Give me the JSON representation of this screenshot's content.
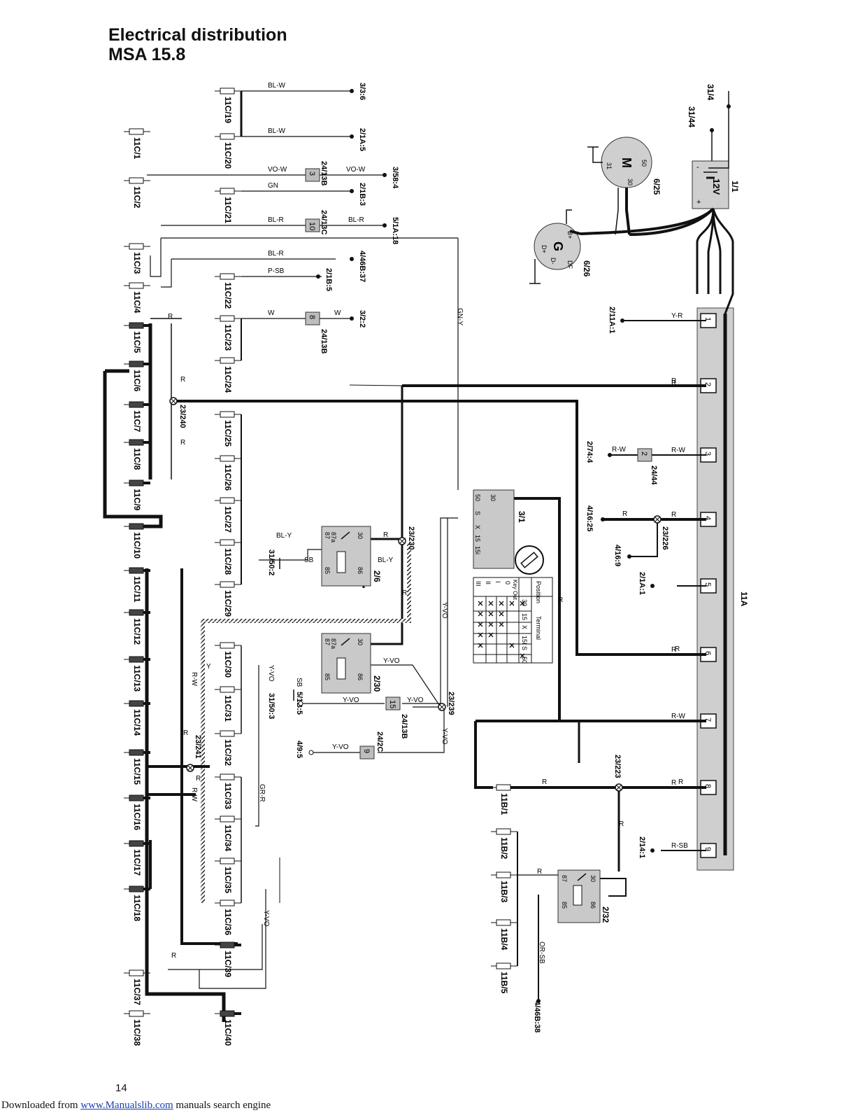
{
  "header": {
    "title_line1": "Electrical distribution",
    "title_line2": "MSA 15.8"
  },
  "page_number": "14",
  "footer": {
    "prefix": "Downloaded from ",
    "link_text": "www.Manualslib.com",
    "suffix": " manuals search engine"
  },
  "distribution_box": {
    "name": "11A",
    "terminals": [
      {
        "num": "1",
        "wire": "Y-R",
        "dest": "2/11A:1"
      },
      {
        "num": "2",
        "wire": "R",
        "dest": ""
      },
      {
        "num": "3",
        "wire": "R-W",
        "dest": "2/74:4"
      },
      {
        "num": "4",
        "wire": "R",
        "dest": "4/16:25"
      },
      {
        "num": "5",
        "wire": "",
        "dest": "2/1A:1"
      },
      {
        "num": "6",
        "wire": "R",
        "dest": ""
      },
      {
        "num": "7",
        "wire": "R-W",
        "dest": ""
      },
      {
        "num": "8",
        "wire": "R",
        "dest": ""
      },
      {
        "num": "9",
        "wire": "R-SB",
        "dest": "2/14:1"
      }
    ]
  },
  "left_connectors": [
    "11C/1",
    "11C/2",
    "11C/3",
    "11C/4",
    "11C/5",
    "11C/6",
    "11C/7",
    "11C/8",
    "11C/9",
    "11C/10",
    "11C/11",
    "11C/12",
    "11C/13",
    "11C/14",
    "11C/15",
    "11C/16",
    "11C/17",
    "11C/18",
    "11C/37",
    "11C/38"
  ],
  "middle_connectors": [
    "11C/19",
    "11C/20",
    "11C/21",
    "11C/22",
    "11C/23",
    "11C/24",
    "11C/25",
    "11C/26",
    "11C/27",
    "11C/28",
    "11C/29",
    "11C/30",
    "11C/31",
    "11C/32",
    "11C/33",
    "11C/34",
    "11C/35",
    "11C/36",
    "11C/39",
    "11C/40"
  ],
  "right_connectors": [
    "11B/1",
    "11B/2",
    "11B/3",
    "11B/4",
    "11B/5"
  ],
  "top_outputs": [
    {
      "wire": "BL-W",
      "dest": "3/3:6"
    },
    {
      "wire": "BL-W",
      "dest": "2/1A:5"
    },
    {
      "wire": "VO-W",
      "dest": "3/58:4"
    },
    {
      "wire": "GN",
      "dest": "2/1B:3"
    },
    {
      "wire": "BL-R",
      "dest": "5/1A:18"
    },
    {
      "wire": "BL-R",
      "dest": "4/46B:37"
    },
    {
      "wire": "P-SB",
      "dest": "2/1B:5"
    },
    {
      "wire": "W",
      "dest": "3/2:2"
    }
  ],
  "fuses": [
    {
      "num": "3",
      "name": "24/13B"
    },
    {
      "num": "10",
      "name": "24/13C"
    },
    {
      "num": "8",
      "name": "24/13B"
    },
    {
      "num": "2",
      "name": "24/44"
    },
    {
      "num": "15",
      "name": "24/13B"
    },
    {
      "num": "9",
      "name": "24/2C"
    }
  ],
  "battery": {
    "id": "1/1",
    "label": "12V",
    "minus": "-",
    "plus": "+"
  },
  "starter": {
    "id": "6/25",
    "label": "M",
    "pins": [
      "31",
      "50",
      "30"
    ]
  },
  "alternator": {
    "id": "6/26",
    "label": "G",
    "pins": [
      "B+",
      "DF",
      "D+",
      "D-"
    ]
  },
  "grounds": [
    "31/4",
    "31/44",
    "31/50:2",
    "31/50:3"
  ],
  "splices": [
    "23/240",
    "23/230",
    "23/226",
    "23/239",
    "23/241",
    "23/223"
  ],
  "relays": [
    {
      "id": "2/6",
      "pins": [
        "87",
        "87a",
        "30",
        "86",
        "85"
      ]
    },
    {
      "id": "2/30",
      "pins": [
        "87",
        "87a",
        "30",
        "86",
        "85"
      ]
    },
    {
      "id": "2/32",
      "pins": [
        "87",
        "30",
        "86",
        "85"
      ]
    }
  ],
  "ignition_switch": {
    "id": "3/1",
    "pins_left": [
      "50",
      "S",
      "X",
      "15",
      "15i",
      "30"
    ],
    "position_table": {
      "heading_position": "Position",
      "heading_terminal": "Terminal",
      "positions": [
        "III",
        "II",
        "I",
        "0",
        "Key Out"
      ],
      "terminals": [
        "30",
        "15",
        "X",
        "15I",
        "S",
        "50"
      ]
    }
  },
  "misc_refs": [
    "4/16:9",
    "5/1B:5",
    "4/9:5",
    "4/46B:38"
  ],
  "other_wires": [
    "GN-Y",
    "BL-Y",
    "SB",
    "Y-VO",
    "GR-R",
    "OR-SB",
    "Y"
  ],
  "colors": {
    "line": "#111111",
    "box_fill": "#cfcfcf",
    "fuse_fill": "#bdbdbd",
    "relay_fill": "#c9c9c9",
    "link": "#1a3fb0"
  }
}
